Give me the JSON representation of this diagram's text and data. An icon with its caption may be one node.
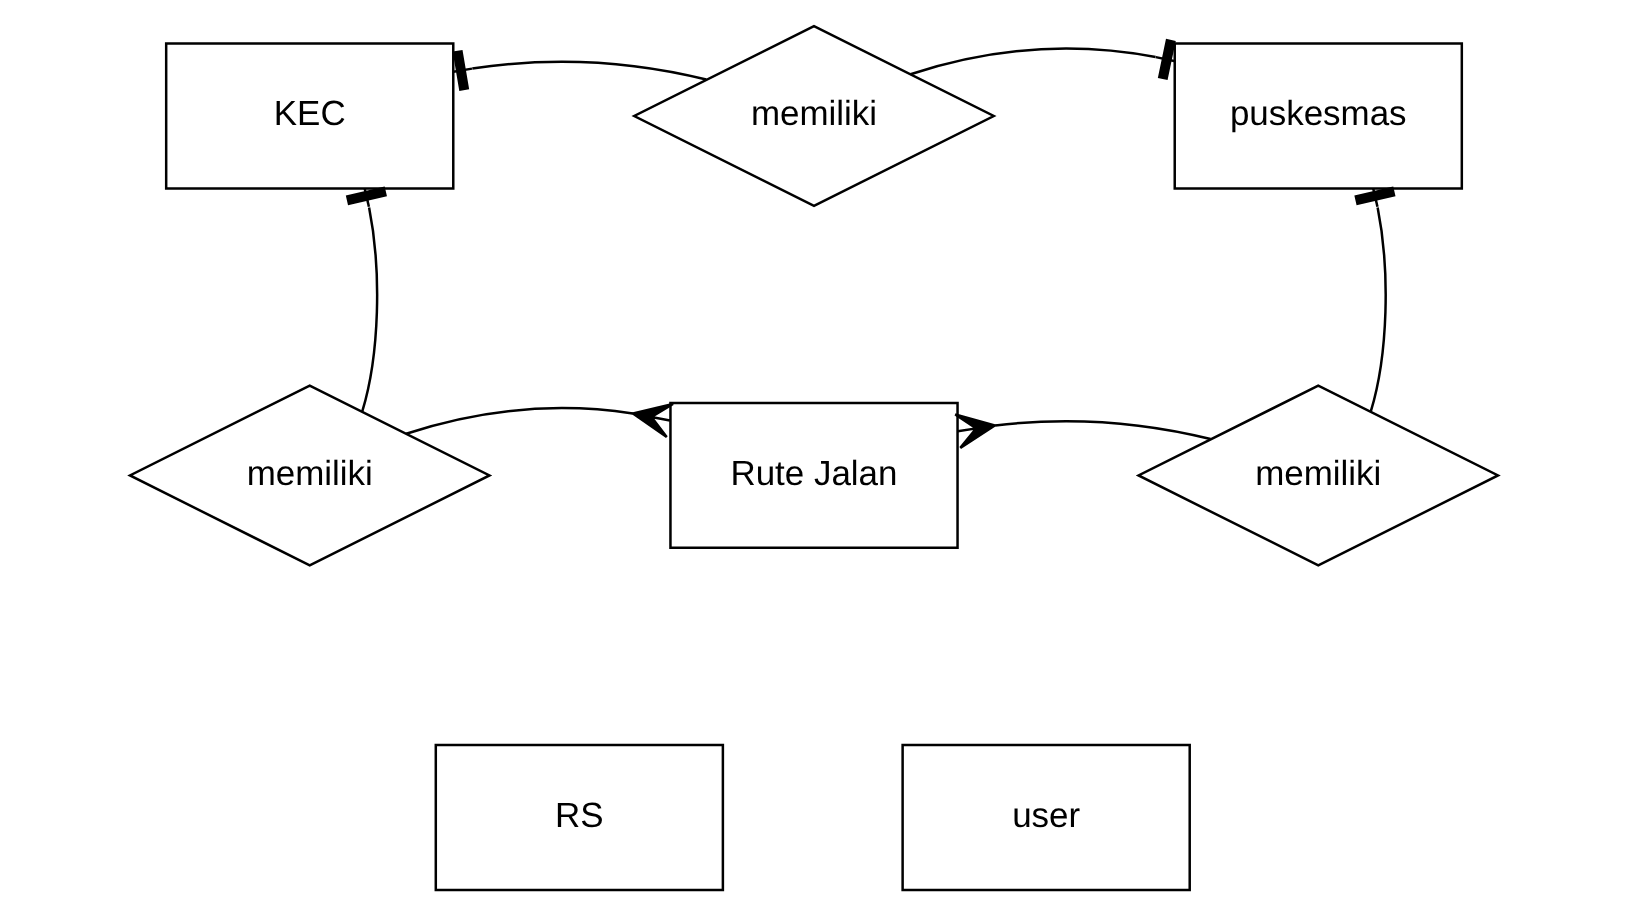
{
  "diagram": {
    "nodes": [
      {
        "text": [
          "KEC"
        ]
      },
      {
        "text": [
          "memiliki"
        ]
      },
      {
        "text": [
          "puskesmas"
        ]
      },
      {
        "text": [
          "memiliki"
        ]
      },
      {
        "text": [
          "Rute Jalan"
        ]
      },
      {
        "text": [
          "memiliki"
        ]
      },
      {
        "text": [
          "RS"
        ]
      },
      {
        "text": [
          "user"
        ]
      }
    ],
    "edges": [
      {
        "from": 0,
        "to": 1,
        "arrow": "other"
      },
      {
        "from": 2,
        "to": 1,
        "arrow": "other"
      },
      {
        "from": 0,
        "to": 3,
        "arrow": "other"
      },
      {
        "from": 4,
        "to": 3,
        "arrow": "other"
      },
      {
        "from": 4,
        "to": 5,
        "arrow": "other"
      },
      {
        "from": 2,
        "to": 5,
        "arrow": "other"
      }
    ]
  }
}
